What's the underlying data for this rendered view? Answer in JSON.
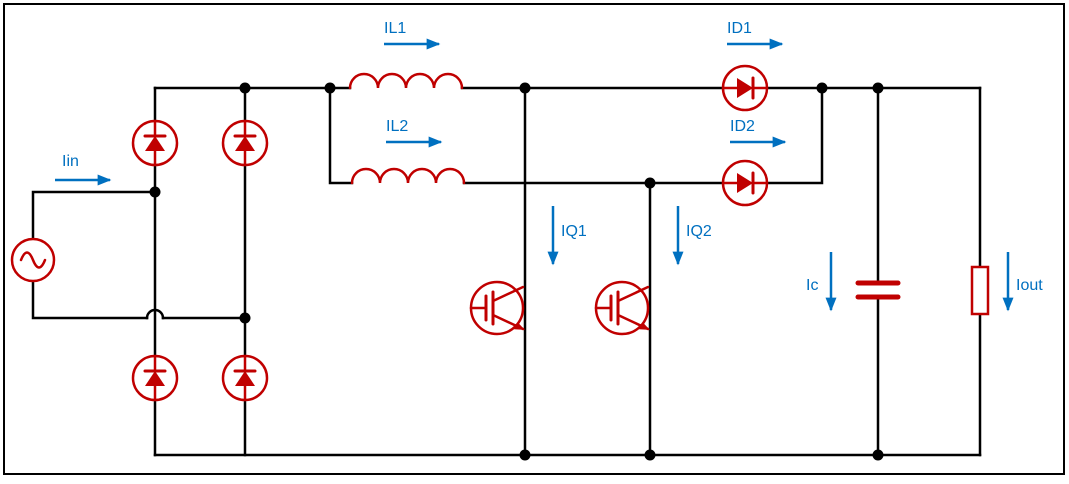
{
  "colors": {
    "wire": "#000000",
    "component": "#C00000",
    "label": "#0070C0",
    "background": "#FFFFFF",
    "border": "#000000"
  },
  "current_labels": {
    "iin": {
      "text": "Iin",
      "direction": "right"
    },
    "il1": {
      "text": "IL1",
      "direction": "right"
    },
    "il2": {
      "text": "IL2",
      "direction": "right"
    },
    "id1": {
      "text": "ID1",
      "direction": "right"
    },
    "id2": {
      "text": "ID2",
      "direction": "right"
    },
    "iq1": {
      "text": "IQ1",
      "direction": "down"
    },
    "iq2": {
      "text": "IQ2",
      "direction": "down"
    },
    "ic": {
      "text": "Ic",
      "direction": "down"
    },
    "iout": {
      "text": "Iout",
      "direction": "down"
    }
  }
}
